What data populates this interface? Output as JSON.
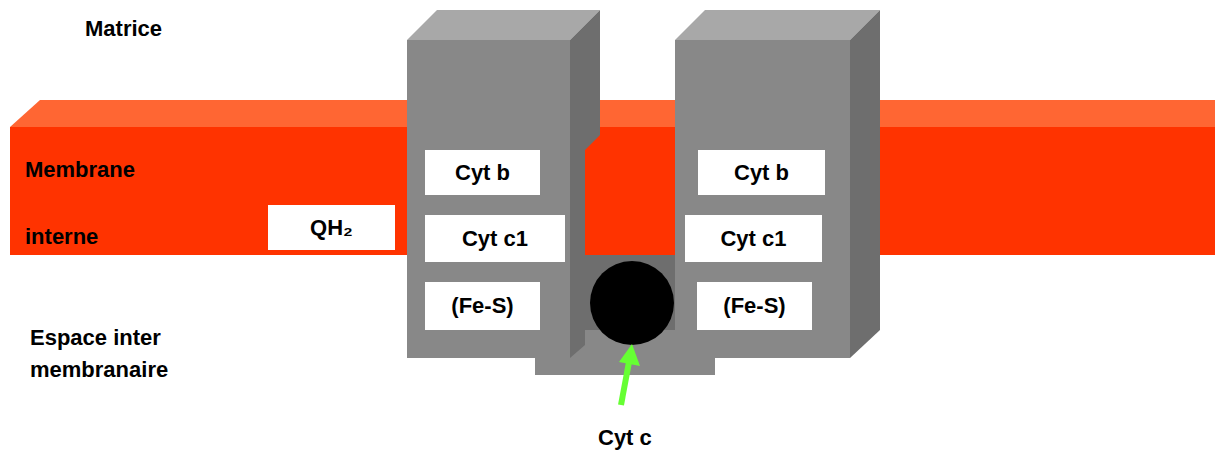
{
  "diagram": {
    "nodes": [
      {
        "text": [
          "Membrane interne"
        ]
      },
      {
        "text": [
          "QH₂"
        ],
        "in": 0
      },
      {
        "text": [
          "Cyt b"
        ]
      },
      {
        "text": [
          "Cyt c1"
        ]
      },
      {
        "text": [
          "(Fe-S)"
        ]
      },
      {
        "text": [
          "Cyt b"
        ]
      },
      {
        "text": [
          "Cyt c1"
        ]
      },
      {
        "text": [
          "(Fe-S)"
        ]
      }
    ],
    "labels": [
      "Matrice",
      "Espace inter membranaire",
      "Cyt c"
    ]
  }
}
